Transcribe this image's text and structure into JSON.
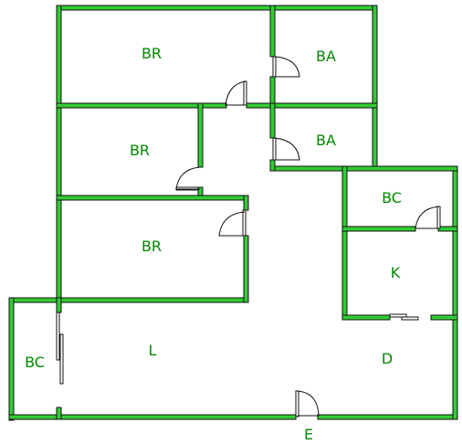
{
  "rooms": {
    "bedroom_1": "BR",
    "bedroom_2": "BR",
    "bedroom_3": "BR",
    "bath_1": "BA",
    "bath_2": "BA",
    "balcony_1": "BC",
    "balcony_2": "BC",
    "kitchen": "K",
    "living": "L",
    "dining": "D",
    "entry": "E"
  },
  "colors": {
    "wall": "#33cc33",
    "wall_outline": "#111111",
    "label": "#008800",
    "background": "#ffffff"
  }
}
